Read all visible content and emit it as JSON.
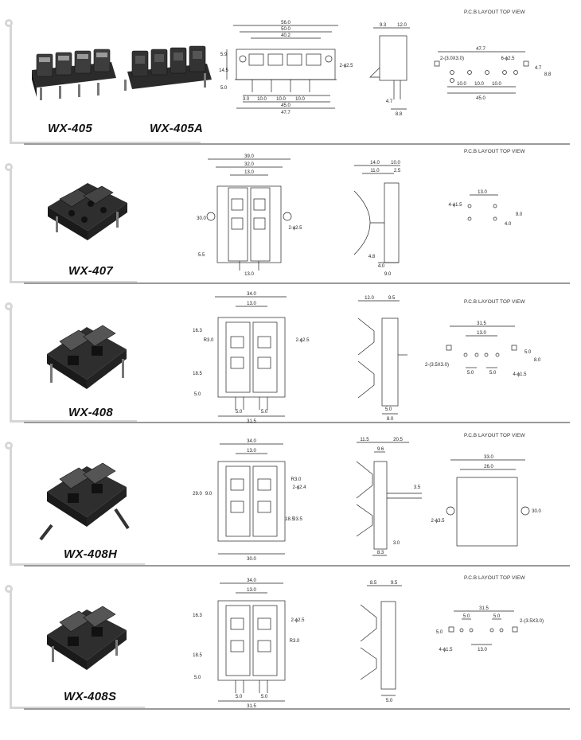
{
  "pcb_heading": "P.C.B LAYOUT    TOP VIEW",
  "products": [
    {
      "models": [
        "WX-405",
        "WX-405A"
      ],
      "front_dims": [
        "56.0",
        "50.0",
        "40.2",
        "2-ɸ2.5",
        "5.9",
        "14.5",
        "5.0",
        "3.0",
        "10.0",
        "10.0",
        "10.0",
        "45.0",
        "47.7"
      ],
      "side_dims": [
        "9.3",
        "12.0",
        "4.7",
        "8.8"
      ],
      "pcb_dims": [
        "47.7",
        "2-(3.0X3.0)",
        "6-ɸ2.5",
        "4.7",
        "8.8",
        "10.0",
        "10.0",
        "10.0",
        "45.0"
      ]
    },
    {
      "models": [
        "WX-407"
      ],
      "front_dims": [
        "39.0",
        "32.0",
        "13.0",
        "30.0",
        "2-ɸ2.5",
        "5.5",
        "13.0"
      ],
      "side_dims": [
        "14.0",
        "10.0",
        "11.0",
        "2.5",
        "4.8",
        "4.0",
        "9.0"
      ],
      "pcb_dims": [
        "4-ɸ1.5",
        "13.0",
        "4.0",
        "9.0"
      ]
    },
    {
      "models": [
        "WX-408"
      ],
      "front_dims": [
        "34.0",
        "13.0",
        "16.3",
        "R3.0",
        "2-ɸ2.5",
        "18.5",
        "5.0",
        "5.0",
        "5.0",
        "31.5"
      ],
      "side_dims": [
        "12.0",
        "9.5",
        "5.0",
        "8.0"
      ],
      "pcb_dims": [
        "31.5",
        "13.0",
        "2-(3.5X3.0)",
        "5.0",
        "5.0",
        "4-ɸ1.5",
        "5.0",
        "8.0"
      ]
    },
    {
      "models": [
        "WX-408H"
      ],
      "front_dims": [
        "34.0",
        "13.0",
        "R3.0",
        "2-ɸ2.4",
        "29.0",
        "9.0",
        "18.5",
        "23.5",
        "30.0"
      ],
      "side_dims": [
        "11.5",
        "20.5",
        "9.6",
        "3.5",
        "3.0",
        "8.3"
      ],
      "pcb_dims": [
        "33.0",
        "26.0",
        "2-ɸ3.5",
        "30.0"
      ]
    },
    {
      "models": [
        "WX-408S"
      ],
      "front_dims": [
        "34.0",
        "13.0",
        "16.3",
        "2-ɸ2.5",
        "R3.0",
        "18.5",
        "5.0",
        "5.0",
        "5.0",
        "31.5"
      ],
      "side_dims": [
        "8.5",
        "9.5",
        "5.0"
      ],
      "pcb_dims": [
        "31.5",
        "5.0",
        "5.0",
        "2-(3.5X3.0)",
        "5.0",
        "4-ɸ1.5",
        "13.0"
      ]
    }
  ]
}
